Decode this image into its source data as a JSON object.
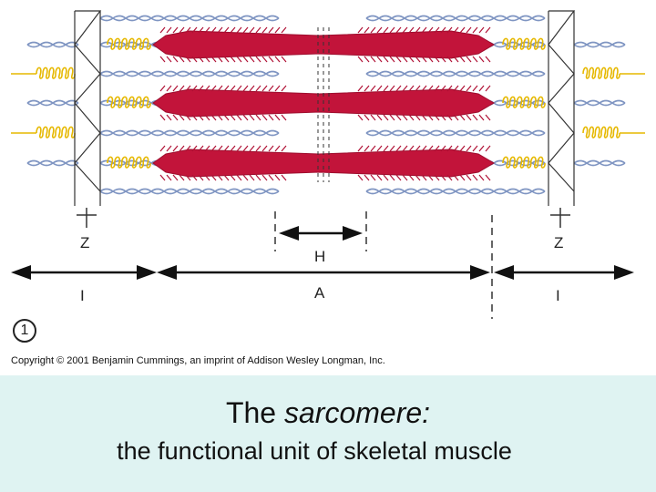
{
  "figure": {
    "labels": {
      "z_left": "Z",
      "z_right": "Z",
      "h_zone": "H",
      "i_band_left": "I",
      "a_band": "A",
      "i_band_right": "I"
    },
    "figure_number": "1",
    "copyright": "Copyright © 2001 Benjamin Cummings, an imprint of Addison Wesley Longman, Inc."
  },
  "caption": {
    "title_plain": "The ",
    "title_italic": "sarcomere:",
    "subtitle": "the functional unit of skeletal muscle"
  },
  "colors": {
    "thick_filament": "#c2143a",
    "thin_filament": "#7f95c2",
    "titin": "#e6b800",
    "z_disc": "#333333",
    "caption_background": "#dff3f2"
  },
  "icons": {
    "figure_number": "circled-number"
  }
}
